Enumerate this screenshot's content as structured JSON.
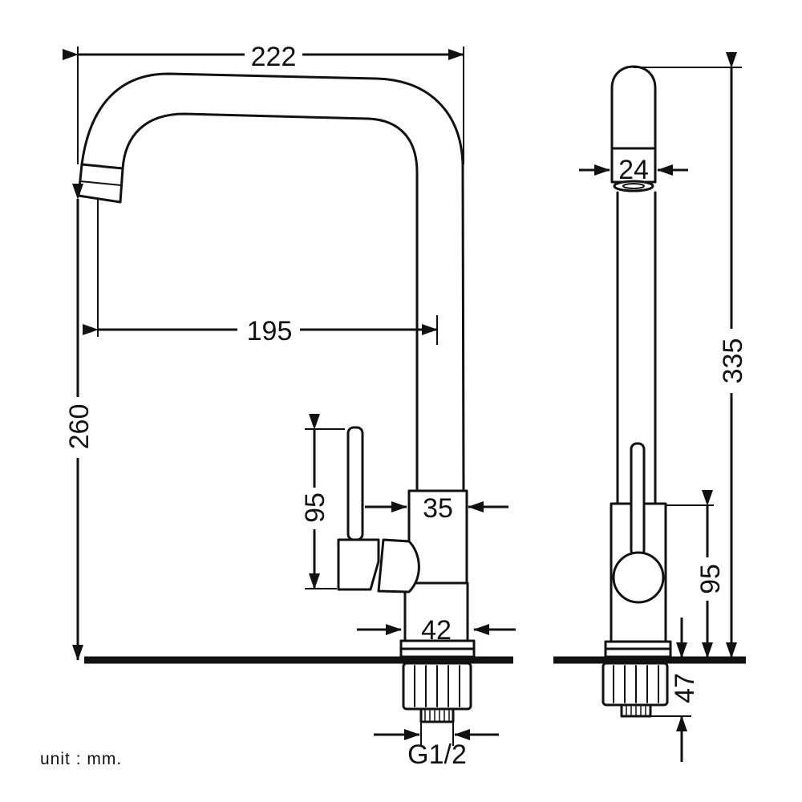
{
  "colors": {
    "ink": "#111111",
    "background": "#ffffff"
  },
  "dimensions": {
    "overall_width": "222",
    "spout_reach": "195",
    "spout_height": "260",
    "outlet_diameter": "24",
    "total_height": "335",
    "handle_height_front": "95",
    "handle_height_side": "95",
    "upper_body_width": "35",
    "lower_body_width": "42",
    "thread_size": "G1/2",
    "shank_length": "47"
  },
  "unit_note": "unit : mm."
}
